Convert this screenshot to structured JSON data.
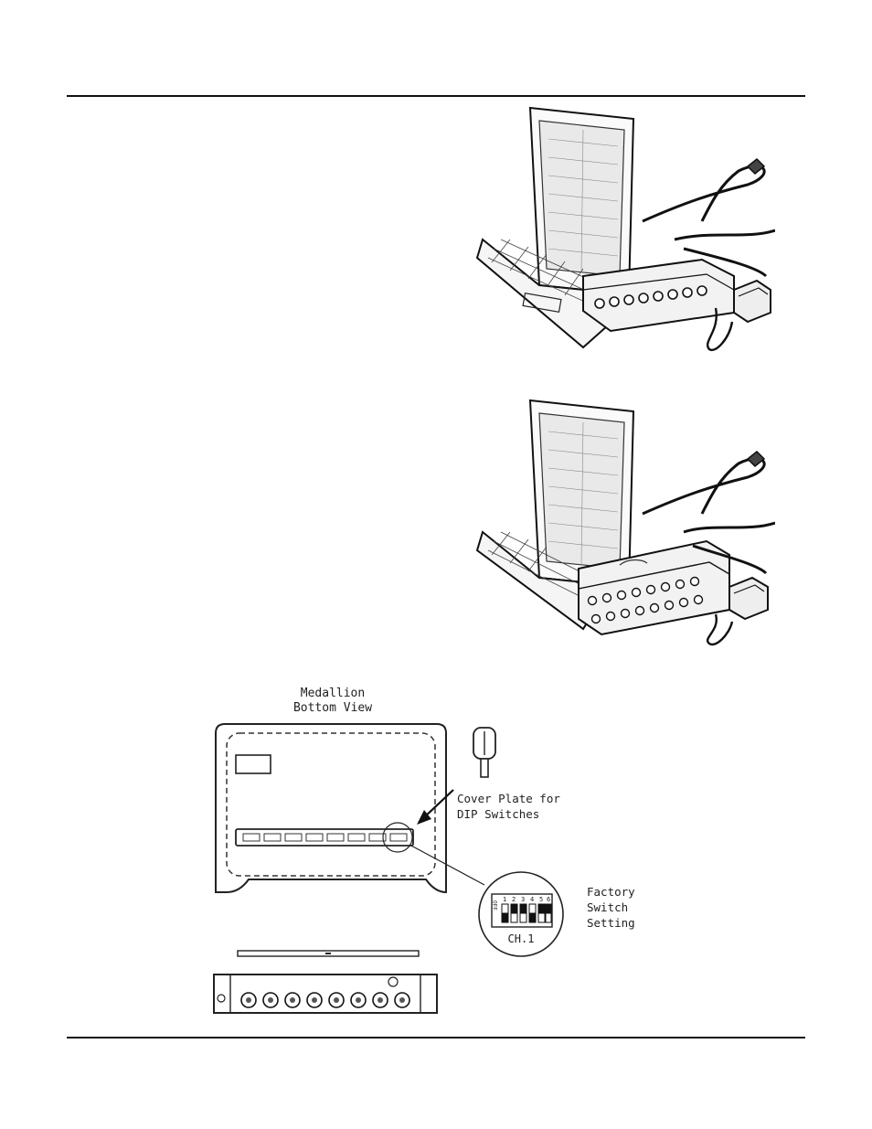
{
  "figures": {
    "bottom_view": {
      "title_line1": "Medallion",
      "title_line2": "Bottom View",
      "cover_plate_line1": "Cover Plate for",
      "cover_plate_line2": "DIP Switches",
      "factory_line1": "Factory",
      "factory_line2": "Switch",
      "factory_line3": "Setting",
      "channel_label": "CH.1",
      "dip_numbers": [
        "1",
        "2",
        "3",
        "4",
        "5",
        "6"
      ],
      "off_label": "OFF"
    }
  }
}
